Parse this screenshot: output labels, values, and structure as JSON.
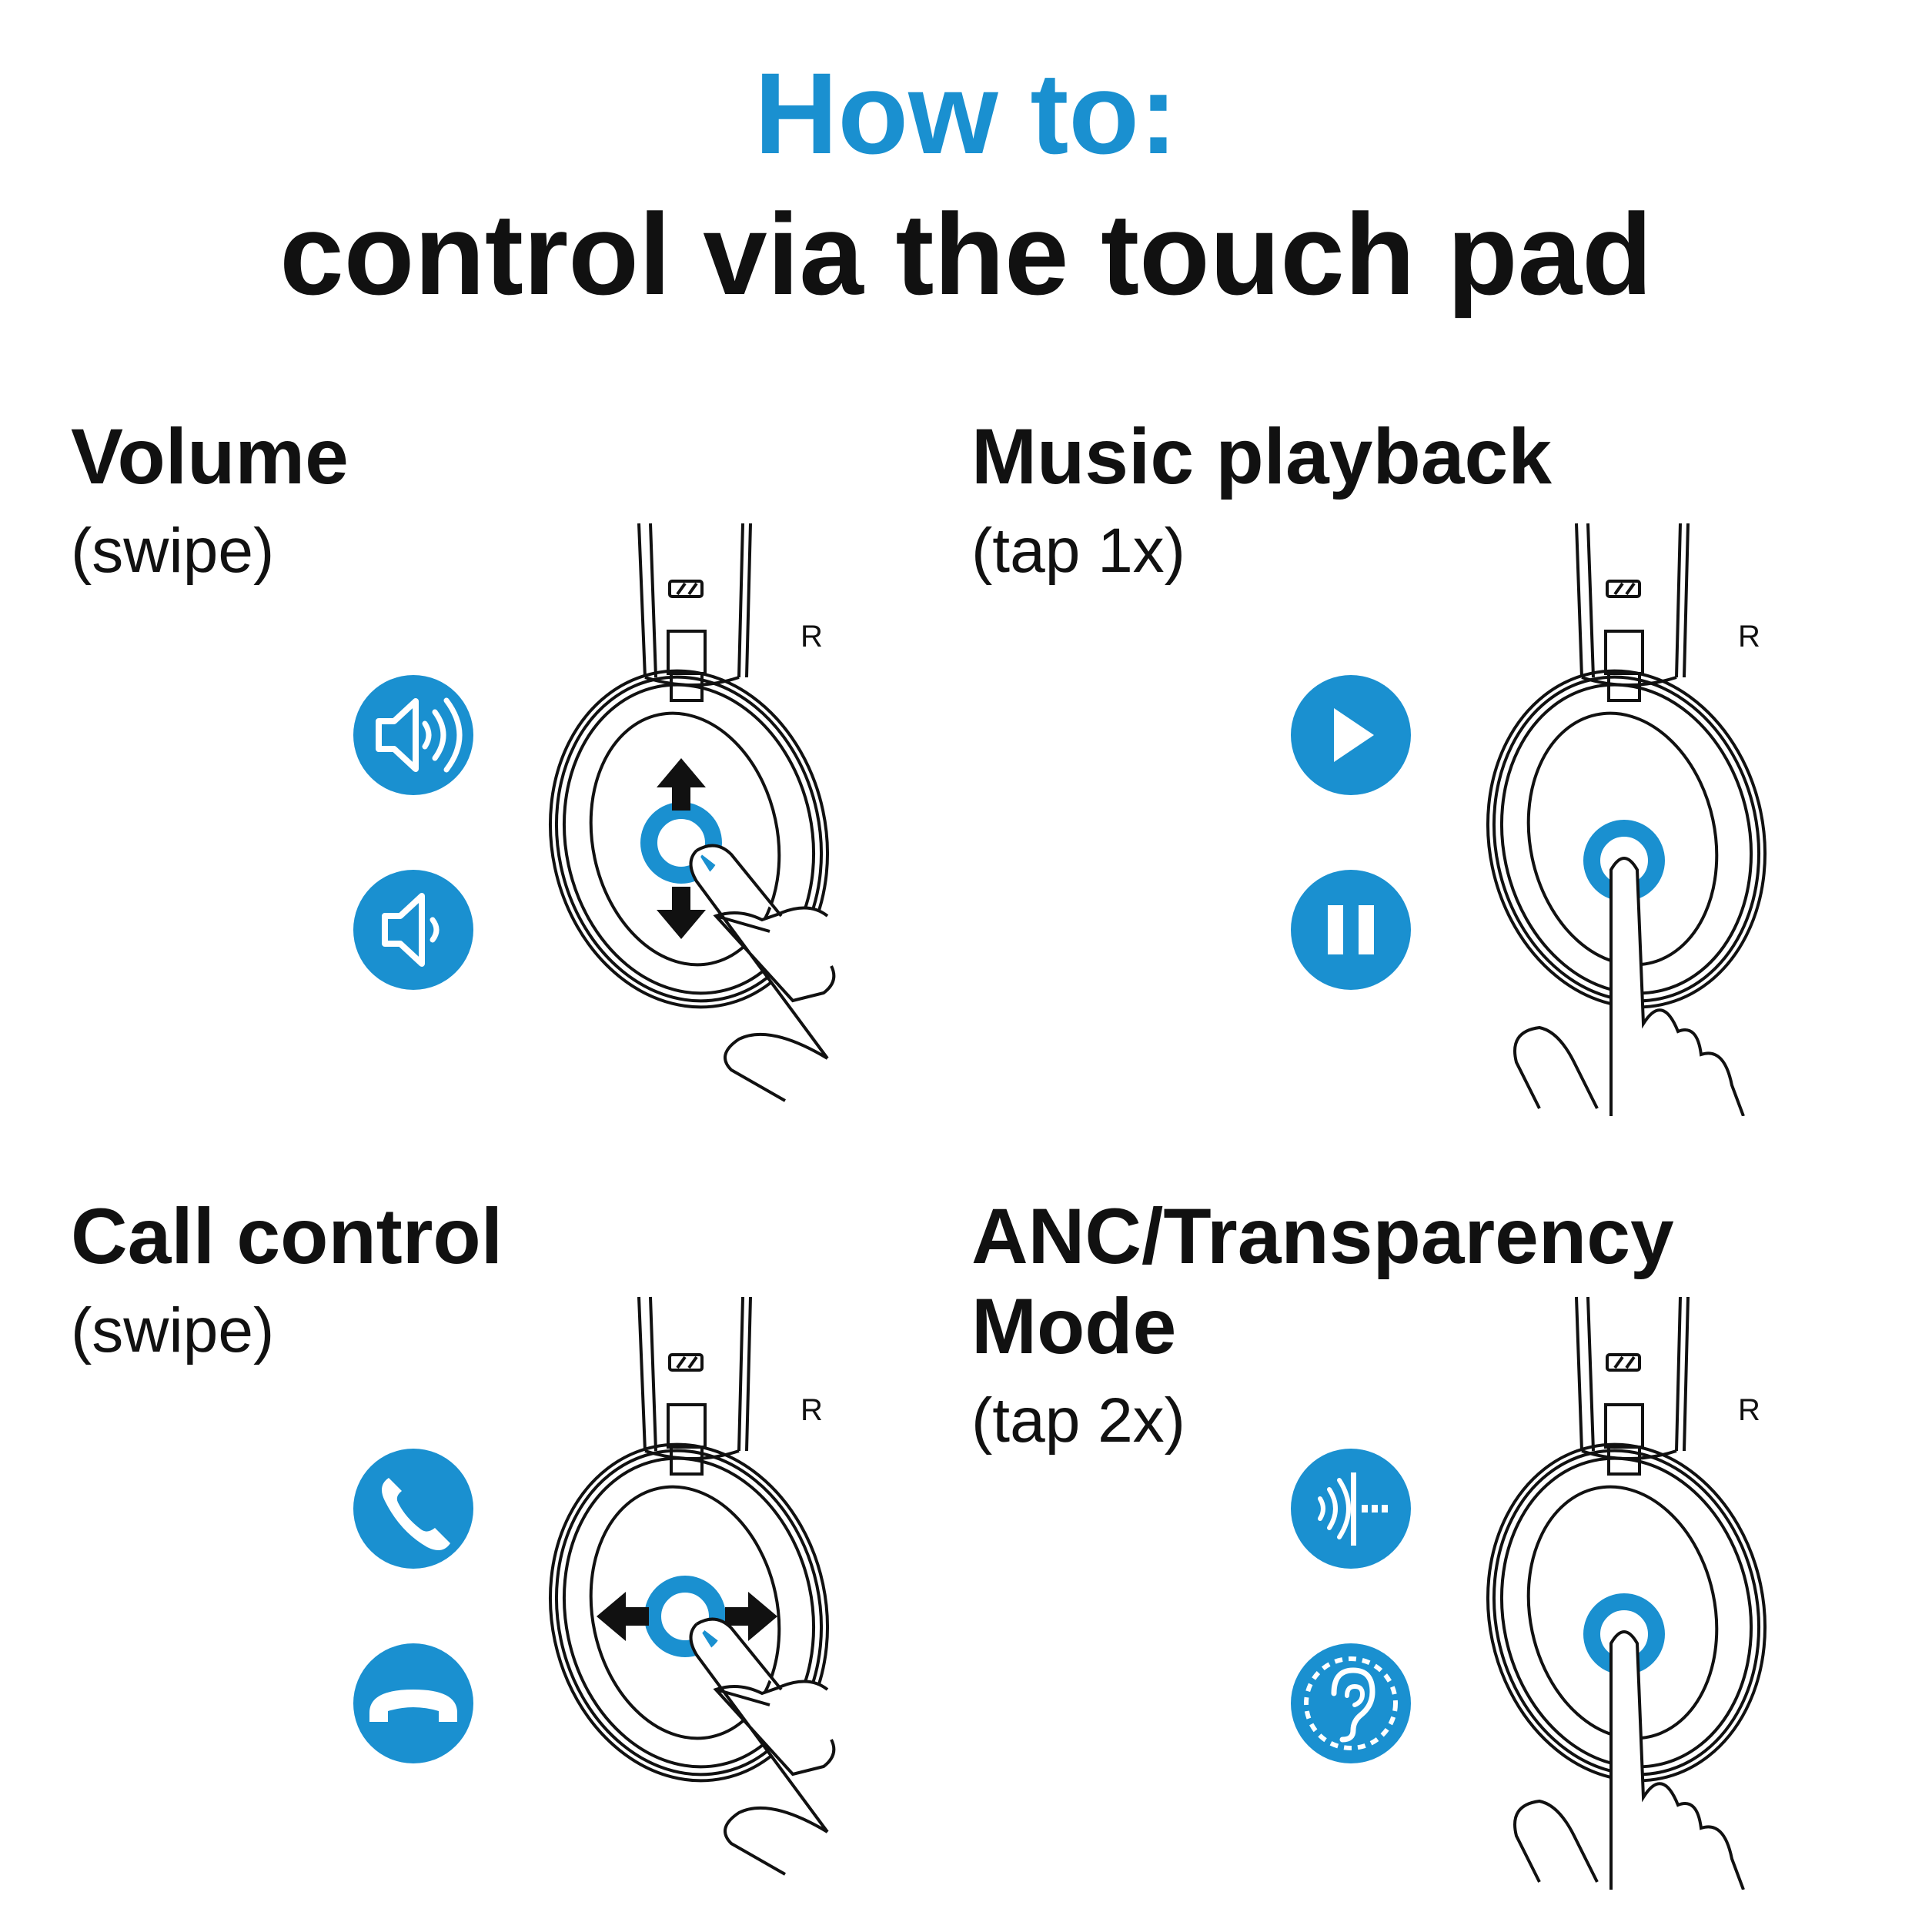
{
  "title": {
    "line1": "How to:",
    "line2": "control via the touch pad"
  },
  "colors": {
    "accent": "#1a90d0",
    "ink": "#111111",
    "background": "#ffffff"
  },
  "ear_label": "R",
  "sections": [
    {
      "heading": "Volume",
      "subtitle": "(swipe)",
      "gesture": "swipe-vertical",
      "icons": [
        "volume-up-icon",
        "volume-down-icon"
      ]
    },
    {
      "heading": "Music playback",
      "subtitle": "(tap 1x)",
      "gesture": "tap",
      "icons": [
        "play-icon",
        "pause-icon"
      ]
    },
    {
      "heading": "Call control",
      "subtitle": "(swipe)",
      "gesture": "swipe-horizontal",
      "icons": [
        "call-accept-icon",
        "call-end-icon"
      ]
    },
    {
      "heading": "ANC/Transparency",
      "heading_line2": "Mode",
      "subtitle": "(tap 2x)",
      "gesture": "double-tap",
      "icons": [
        "anc-icon",
        "transparency-ear-icon"
      ]
    }
  ]
}
